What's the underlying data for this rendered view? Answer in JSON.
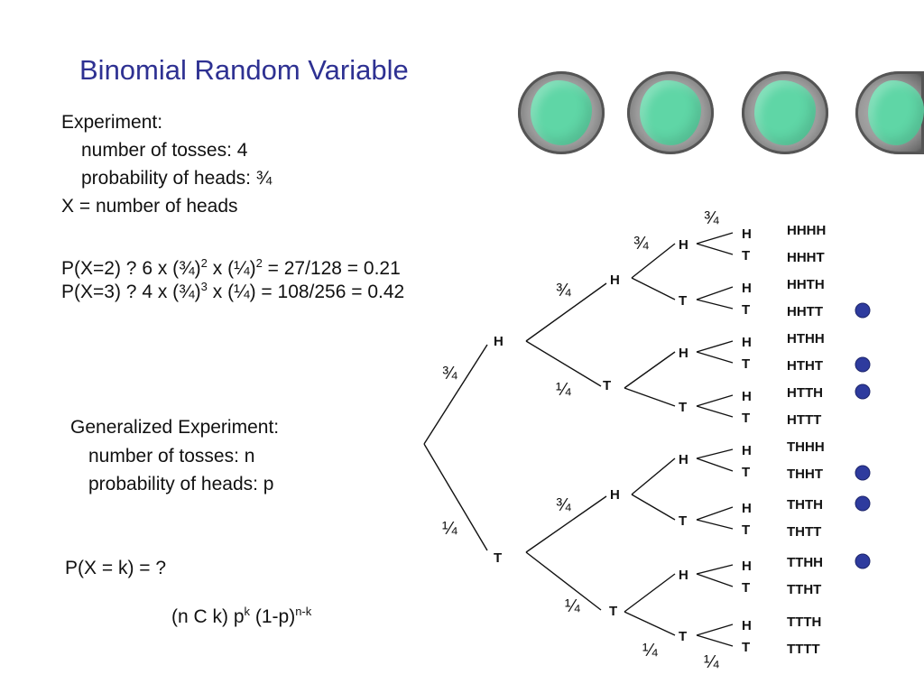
{
  "title": "Binomial Random Variable",
  "experiment": {
    "heading": "Experiment:",
    "tosses": "number of tosses:  4",
    "prob_heads": "probability of heads: ¾",
    "x_def": "X = number of heads"
  },
  "calc": {
    "p2_lhs": "P(X=2) ?",
    "p2_rhs_a": "6 x (¾)",
    "p2_sup1": "2",
    "p2_rhs_b": " x (¼)",
    "p2_sup2": "2",
    "p2_result": " = 27/128 = 0.21",
    "p3_lhs": "P(X=3) ?",
    "p3_rhs_a": "4 x (¾)",
    "p3_sup1": "3",
    "p3_rhs_b": " x (¼)",
    "p3_result": " = 108/256 = 0.42"
  },
  "generalized": {
    "heading": "Generalized Experiment:",
    "tosses": "number of tosses: n",
    "prob_heads": "probability of heads: p"
  },
  "general_formula": {
    "lhs": "P(X = k) = ?",
    "rhs_a": "(n C k) p",
    "sup_k": "k",
    "rhs_b": " (1-p)",
    "sup_nk": "n-k"
  },
  "tree": {
    "level1": [
      "H",
      "T"
    ],
    "level2": [
      "H",
      "T",
      "H",
      "T"
    ],
    "level3": [
      "H",
      "T",
      "H",
      "T",
      "H",
      "T",
      "H",
      "T"
    ],
    "level4": [
      "H",
      "T",
      "H",
      "T",
      "H",
      "T",
      "H",
      "T",
      "H",
      "T",
      "H",
      "T",
      "H",
      "T",
      "H",
      "T"
    ],
    "probs": {
      "three_quarter": "¾",
      "one_quarter": "¼"
    },
    "outcomes": [
      "HHHH",
      "HHHT",
      "HHTH",
      "HHTT",
      "HTHH",
      "HTHT",
      "HTTH",
      "HTTT",
      "THHH",
      "THHT",
      "THTH",
      "THTT",
      "TTHH",
      "TTHT",
      "TTTH",
      "TTTT"
    ],
    "marked_outcomes": [
      "HHTT",
      "HTHT",
      "HTTH",
      "THHT",
      "THTH",
      "TTHH"
    ]
  },
  "colors": {
    "title": "#2e3192",
    "marker": "#2e3b9e",
    "coin_blob": "#5fd6a6"
  },
  "icons": [
    "coin-icon",
    "coin-icon",
    "coin-icon",
    "coin-icon"
  ]
}
